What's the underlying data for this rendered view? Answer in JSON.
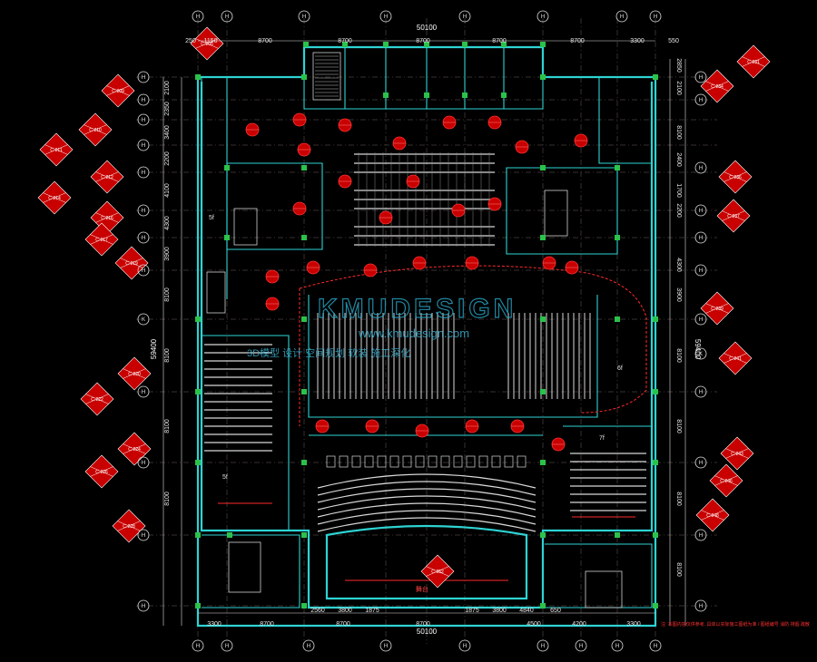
{
  "drawing": {
    "total_top": "50100",
    "total_bottom": "50100",
    "total_left": "59400",
    "total_right": "59400",
    "top_dims": [
      "250",
      "1150",
      "8700",
      "8700",
      "8700",
      "8700",
      "8700",
      "3300",
      "550"
    ],
    "bottom_dims": [
      "3300",
      "8700",
      "8700",
      "8700",
      "4500",
      "4200",
      "3300"
    ],
    "bottom_sub_dims": [
      "2560",
      "3800",
      "1875",
      "1875",
      "3800",
      "4840",
      "650"
    ],
    "left_dims": [
      "2100",
      "2350",
      "3400",
      "2200",
      "4100",
      "4300",
      "3900",
      "8100",
      "8100",
      "8100",
      "8100"
    ],
    "right_dims": [
      "2850",
      "2100",
      "8100",
      "2400",
      "1700",
      "2200",
      "4300",
      "3900",
      "8100",
      "8100",
      "8100",
      "8100"
    ],
    "axis_top": [
      "H",
      "H",
      "H",
      "H",
      "H",
      "H",
      "H",
      "H"
    ],
    "axis_bottom": [
      "H",
      "H",
      "H",
      "H",
      "H",
      "H",
      "H",
      "H",
      "H"
    ],
    "axis_left": [
      "H",
      "H",
      "H",
      "H",
      "H",
      "H",
      "H",
      "H",
      "K",
      "H",
      "H",
      "H",
      "H"
    ],
    "axis_right": [
      "H",
      "H",
      "H",
      "H",
      "H",
      "H",
      "H",
      "K",
      "H",
      "H",
      "H",
      "H"
    ],
    "room_labels": [
      "5f",
      "7f",
      "6f",
      "5f"
    ],
    "stage_label": "舞台",
    "note_text": "注: 本图内容仅供参考, 具体以实际施工图纸为准 / 图纸编号 消防 排烟 疏散"
  },
  "watermark": {
    "brand": "KMUDESIGN",
    "url": "www.kmudesign.com",
    "tagline": "3D模型 设计 空间规划 软装 施工深化"
  },
  "tags": [
    {
      "id": "C-205",
      "sub": "C-205"
    },
    {
      "id": "C-209",
      "sub": "C-209"
    },
    {
      "id": "C-210",
      "sub": "C-210"
    },
    {
      "id": "C-211",
      "sub": "C-211"
    },
    {
      "id": "C-212",
      "sub": "C-212"
    },
    {
      "id": "C-214",
      "sub": "C-214"
    },
    {
      "id": "C-216",
      "sub": "C-216"
    },
    {
      "id": "C-217",
      "sub": "C-217"
    },
    {
      "id": "C-219",
      "sub": "C-219"
    },
    {
      "id": "C-220",
      "sub": "C-220"
    },
    {
      "id": "C-222",
      "sub": "C-222"
    },
    {
      "id": "C-224",
      "sub": "C-224"
    },
    {
      "id": "C-226",
      "sub": "C-226"
    },
    {
      "id": "C-228",
      "sub": "C-228"
    },
    {
      "id": "C-231",
      "sub": "C-231"
    },
    {
      "id": "C-234",
      "sub": "C-234"
    },
    {
      "id": "C-236",
      "sub": "C-236"
    },
    {
      "id": "C-237",
      "sub": "C-237"
    },
    {
      "id": "C-239",
      "sub": "C-239"
    },
    {
      "id": "C-241",
      "sub": "C-241"
    },
    {
      "id": "C-243",
      "sub": "C-243"
    },
    {
      "id": "C-246",
      "sub": "C-246"
    },
    {
      "id": "C-248",
      "sub": "C-248"
    },
    {
      "id": "C-252",
      "sub": "C-252"
    }
  ]
}
